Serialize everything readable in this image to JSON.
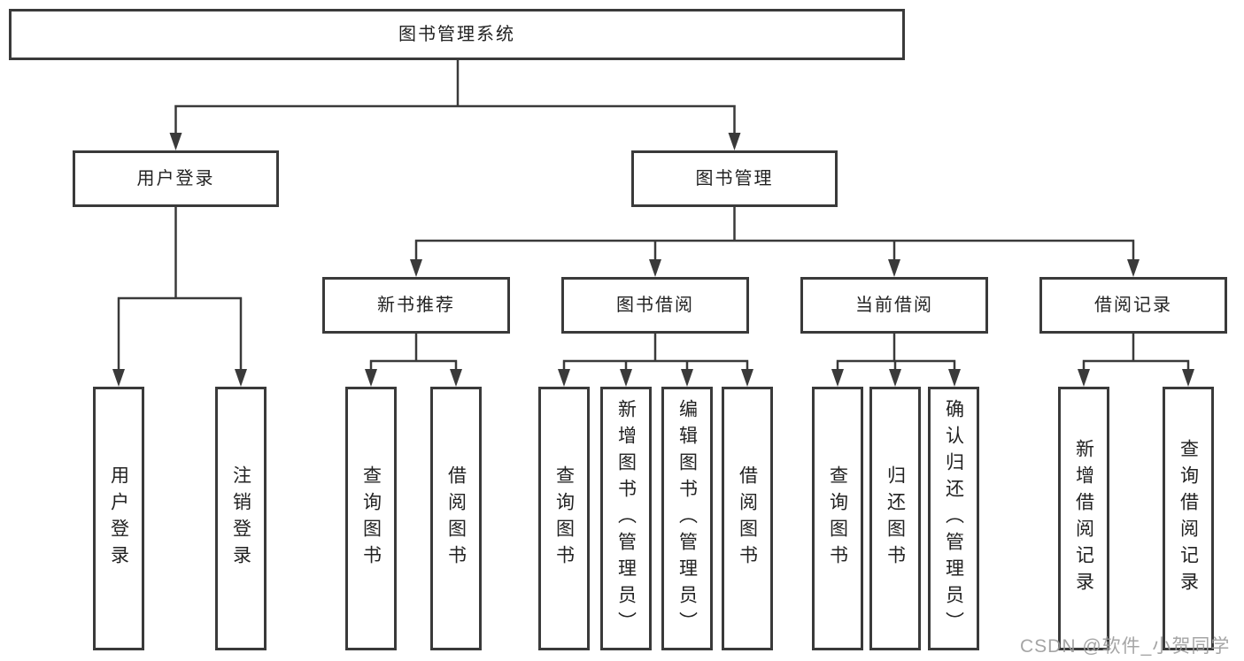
{
  "colors": {
    "line": "#3a3a3a",
    "box_border": "#3a3a3a",
    "text": "#222222",
    "watermark": "#9c9c9c",
    "background": "#ffffff"
  },
  "tree": {
    "label": "图书管理系统",
    "children": [
      {
        "label": "用户登录",
        "children": [
          {
            "label": "用户登录"
          },
          {
            "label": "注销登录"
          }
        ]
      },
      {
        "label": "图书管理",
        "children": [
          {
            "label": "新书推荐",
            "children": [
              {
                "label": "查询图书"
              },
              {
                "label": "借阅图书"
              }
            ]
          },
          {
            "label": "图书借阅",
            "children": [
              {
                "label": "查询图书"
              },
              {
                "label": "新增图书（管理员）"
              },
              {
                "label": "编辑图书（管理员）"
              },
              {
                "label": "借阅图书"
              }
            ]
          },
          {
            "label": "当前借阅",
            "children": [
              {
                "label": "查询图书"
              },
              {
                "label": "归还图书"
              },
              {
                "label": "确认归还（管理员）"
              }
            ]
          },
          {
            "label": "借阅记录",
            "children": [
              {
                "label": "新增借阅记录"
              },
              {
                "label": "查询借阅记录"
              }
            ]
          }
        ]
      }
    ]
  },
  "watermark": {
    "text": "CSDN @软件_小贺同学"
  }
}
